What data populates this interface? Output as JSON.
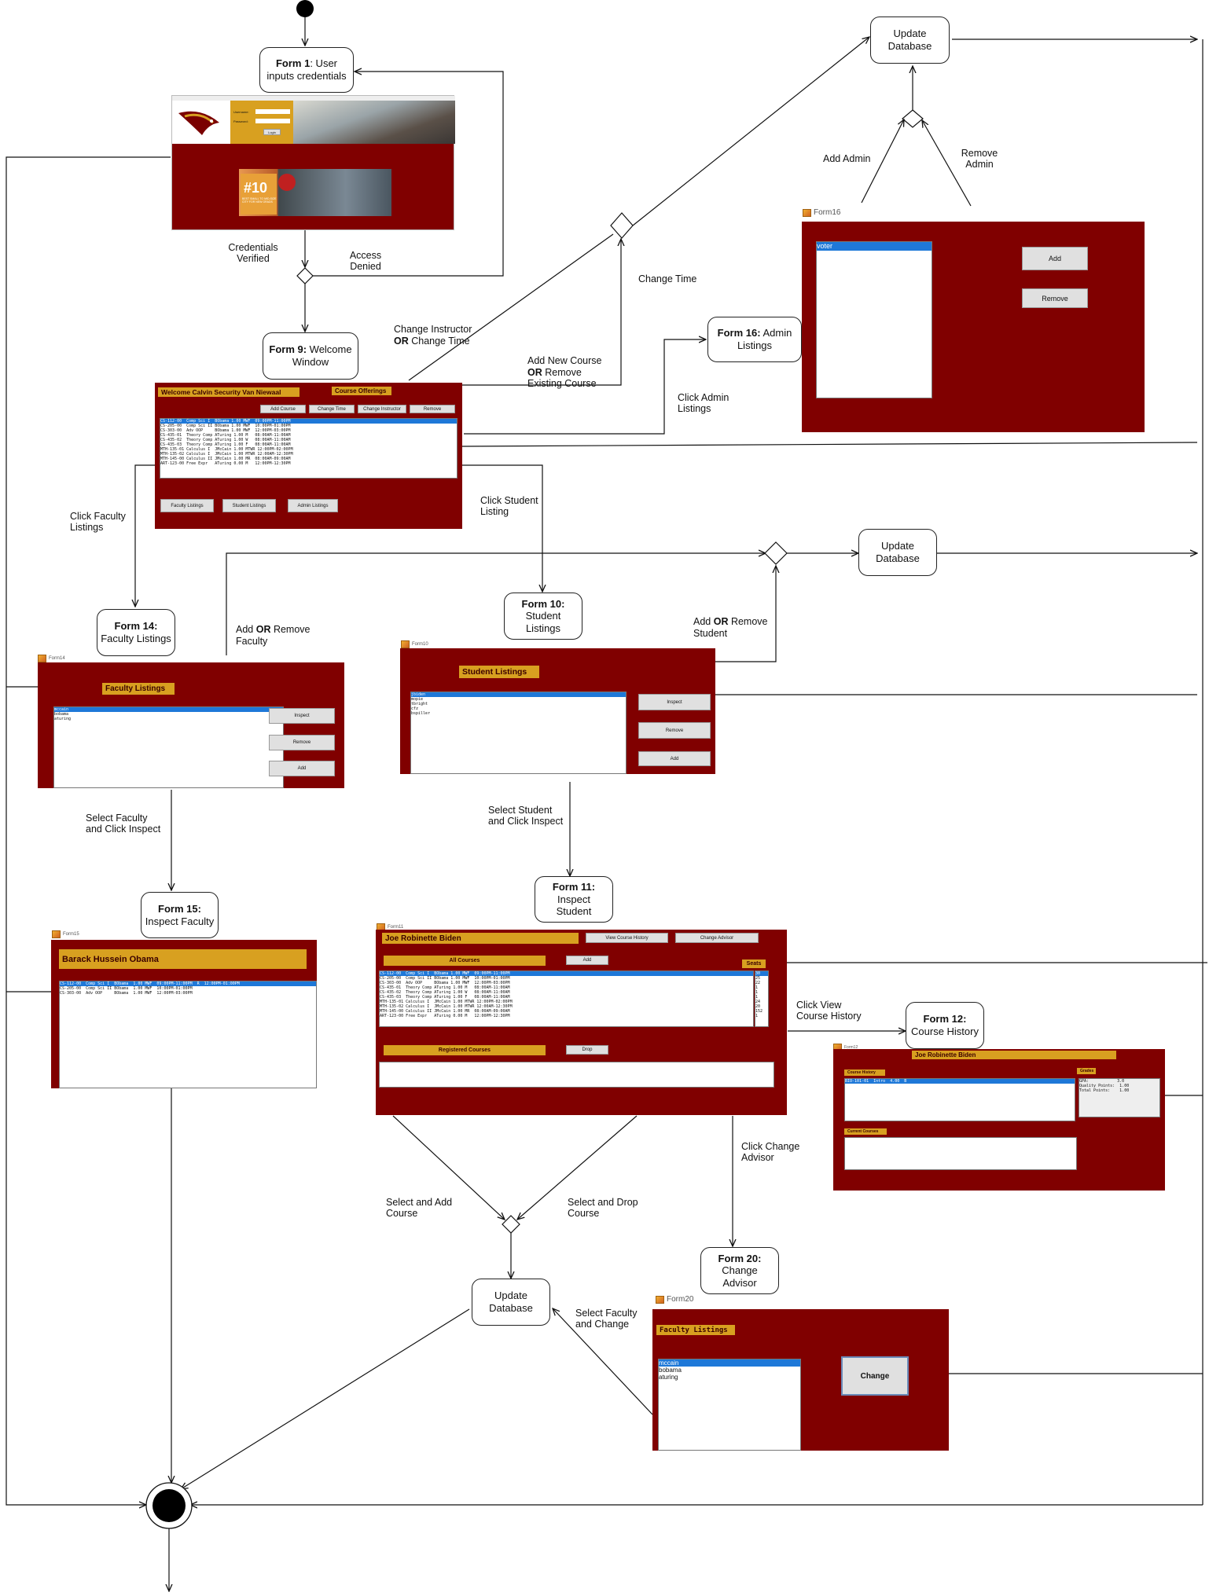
{
  "nodes": {
    "form1": {
      "bold": "Form 1",
      "rest": ": User inputs credentials"
    },
    "form9": {
      "bold": "Form 9:",
      "rest": " Welcome Window"
    },
    "form16": {
      "bold": "Form 16:",
      "rest": " Admin Listings"
    },
    "form14": {
      "bold": "Form 14:",
      "rest": "  Faculty Listings"
    },
    "form10": {
      "bold": "Form 10:",
      "rest": " Student Listings"
    },
    "form11": {
      "bold": "Form 11:",
      "rest": " Inspect Student"
    },
    "form15": {
      "bold": "Form 15:",
      "rest": " Inspect Faculty"
    },
    "form12": {
      "bold": "Form 12:",
      "rest": " Course History"
    },
    "form20": {
      "bold": "Form 20:",
      "rest": " Change Advisor"
    },
    "update_db_1": "Update Database",
    "update_db_2": "Update Database",
    "update_db_3": "Update Database"
  },
  "labels": {
    "credentials_verified": "Credentials\nVerified",
    "access_denied": "Access\nDenied",
    "add_admin": "Add Admin",
    "remove_admin": "Remove\nAdmin",
    "change_time": "Change Time",
    "change_instructor_a": "Change Instructor",
    "change_instructor_or": "OR",
    "change_instructor_b": " Change Time",
    "add_new_course_a": "Add New Course",
    "add_new_course_or": "OR",
    "add_new_course_b": " Remove\nExisting Course",
    "click_admin": "Click Admin\nListings",
    "click_faculty": "Click Faculty\nListings",
    "click_student": "Click Student\nListing",
    "add_remove_faculty_a": "Add ",
    "add_remove_faculty_or": "OR",
    "add_remove_faculty_b": " Remove\nFaculty",
    "add_remove_student_a": "Add ",
    "add_remove_student_or": "OR",
    "add_remove_student_b": " Remove\nStudent",
    "select_faculty_inspect": "Select Faculty\nand Click Inspect",
    "select_student_inspect": "Select Student\nand Click Inspect",
    "click_view_history": "Click View\nCourse History",
    "click_change_advisor": "Click Change\nAdvisor",
    "select_add_course": "Select and Add\nCourse",
    "select_drop_course": "Select and Drop\nCourse",
    "select_faculty_change": "Select Faculty\nand Change"
  },
  "screens": {
    "login": {
      "username_label": "Username:",
      "password_label": "Password:",
      "login_button": "Login",
      "banner_rank": "#10",
      "banner_text": "BEST SMALL TO MID-SIZE CITY FOR NEW GRADS"
    },
    "welcome": {
      "title": "Welcome Calvin Security Van Niewaal",
      "offerings_tab": "Course Offerings",
      "buttons": [
        "Add Course",
        "Change Time",
        "Change Instructor",
        "Remove"
      ],
      "rows": [
        "CS-112-00  Comp Sci I  BObama 1.00 MWF  09:00PM-11:00PM",
        "CS-205-00  Comp Sci II BObama 1.00 MWF  10:00PM-01:00PM",
        "CS-303-00  Adv OOP     BObama 1.00 MWF  12:00PM-03:00PM",
        "CS-435-01  Theory Comp ATuring 1.00 M   08:00AM-11:00AM",
        "CS-435-02  Theory Comp ATuring 1.00 W   08:00AM-11:00AM",
        "CS-435-03  Theory Comp ATuring 1.00 F   08:00AM-11:00AM",
        "MTH-135-01 Calculus I  JMcCain 1.00 MTWR 12:00PM-02:00PM",
        "MTH-135-02 Calculus I  JMcCain 1.00 MTWR 12:00AM-12:30PM",
        "MTH-145-00 Calculus II JMcCain 1.00 MR  08:00AM-09:00AM",
        "ART-123-00 Free Expr   ATuring 0.00 M   12:00PM-12:30PM"
      ],
      "bottom_buttons": [
        "Faculty Listings",
        "Student Listings",
        "Admin Listings"
      ]
    },
    "admin": {
      "window_title": "Form16",
      "items": [
        "voter"
      ],
      "add": "Add",
      "remove": "Remove"
    },
    "faculty": {
      "window_title": "Form14",
      "title": "Faculty Listings",
      "items": [
        "mccain",
        "bobama",
        "aturing"
      ],
      "buttons": [
        "Inspect",
        "Remove",
        "Add"
      ]
    },
    "student": {
      "window_title": "Form10",
      "title": "Student Listings",
      "items": [
        "jbiden",
        "mopie",
        "tbright",
        "cfz",
        "bspiller"
      ],
      "buttons": [
        "Inspect",
        "Remove",
        "Add"
      ]
    },
    "inspect_faculty": {
      "window_title": "Form15",
      "name": "Barack Hussein Obama",
      "rows": [
        "CS-112-00  Comp Sci I  BObama  1.00 MWF  09:00PM-11:00PM  R  12:00PM-01:00PM",
        "CS-205-00  Comp Sci II BObama  1.00 MWF  10:00PM-01:00PM",
        "CS-303-00  Adv OOP     BObama  1.00 MWF  12:00PM-03:00PM"
      ]
    },
    "inspect_student": {
      "window_title": "Form11",
      "name": "Joe Robinette Biden",
      "view_history": "View Course History",
      "change_advisor": "Change Advisor",
      "all_courses": "All Courses",
      "add": "Add",
      "seats": "Seats",
      "registered": "Registered Courses",
      "drop": "Drop",
      "rows": [
        "CS-112-00  Comp Sci I  BObama 1.00 MWF  09:00PM-11:00PM",
        "CS-205-00  Comp Sci II BObama 1.00 MWF  10:00PM-01:00PM",
        "CS-303-00  Adv OOP     BObama 1.00 MWF  12:00PM-03:00PM",
        "CS-435-01  Theory Comp ATuring 1.00 M   08:00AM-11:00AM",
        "CS-435-02  Theory Comp ATuring 1.00 W   08:00AM-11:00AM",
        "CS-435-03  Theory Comp ATuring 1.00 F   08:00AM-11:00AM",
        "MTH-135-01 Calculus I  JMcCain 1.00 MTWR 12:00PM-02:00PM",
        "MTH-135-02 Calculus I  JMcCain 1.00 MTWR 12:00AM-12:30PM",
        "MTH-145-00 Calculus II JMcCain 1.00 MR  08:00AM-09:00AM",
        "ART-123-00 Free Expr   ATuring 0.00 M   12:00PM-12:30PM"
      ],
      "seat_values": [
        "30",
        "25",
        "22",
        "1",
        "1",
        "1",
        "24",
        "20",
        "152",
        "1"
      ]
    },
    "history": {
      "window_title": "Form12",
      "name": "Joe Robinette Biden",
      "history_label": "Course History",
      "grades_label": "Grades",
      "current_label": "Current Courses",
      "history_row": "BIO-101-01  Intro  4.00  B",
      "grades_rows": [
        "GPA:            3.0",
        "Quality Points:  1.00",
        "Total Points:    1.00"
      ]
    },
    "change_advisor": {
      "window_title": "Form20",
      "title": "Faculty Listings",
      "items": [
        "mccain",
        "bobama",
        "aturing"
      ],
      "change": "Change"
    }
  }
}
